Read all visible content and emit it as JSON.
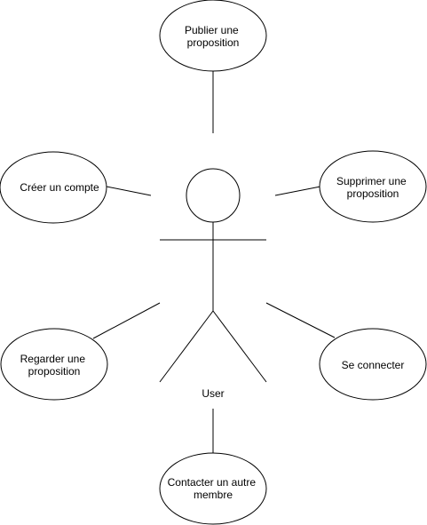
{
  "diagram": {
    "colors": {
      "background": "#ffffff",
      "stroke": "#000000",
      "text": "#000000",
      "ellipse_fill": "#ffffff"
    },
    "actor": {
      "label": "User"
    },
    "use_cases": {
      "publier": {
        "lines": [
          "Publier une",
          "proposition"
        ]
      },
      "creer": {
        "lines": [
          "Créer un compte"
        ]
      },
      "supprimer": {
        "lines": [
          "Supprimer une",
          "proposition"
        ]
      },
      "regarder": {
        "lines": [
          "Regarder une",
          "proposition"
        ]
      },
      "connecter": {
        "lines": [
          "Se connecter"
        ]
      },
      "contacter": {
        "lines": [
          "Contacter un autre",
          "membre"
        ]
      }
    }
  }
}
